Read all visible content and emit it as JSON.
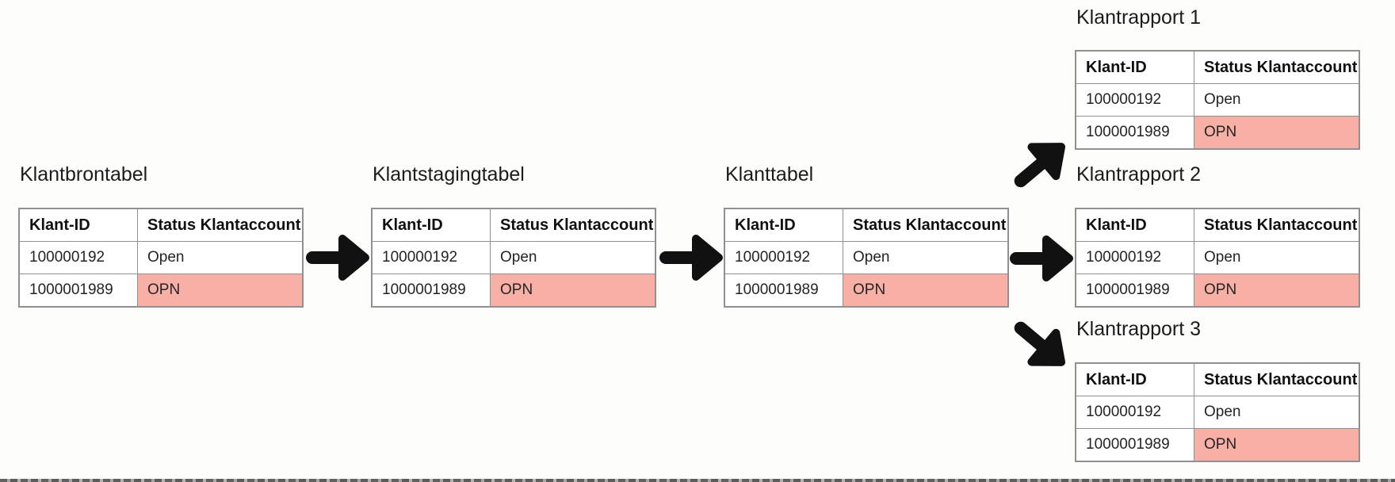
{
  "colors": {
    "highlight": "#f8b0a6",
    "border": "#909090",
    "arrow": "#111111",
    "title_text": "#1c1c1c"
  },
  "tables": [
    {
      "key": "klantbrontabel",
      "title": "Klantbrontabel",
      "headers": [
        "Klant-ID",
        "Status Klantaccount"
      ],
      "rows": [
        {
          "klant_id": "100000192",
          "status": "Open",
          "highlighted": false
        },
        {
          "klant_id": "1000001989",
          "status": "OPN",
          "highlighted": true
        }
      ]
    },
    {
      "key": "klantstagingtabel",
      "title": "Klantstagingtabel",
      "headers": [
        "Klant-ID",
        "Status Klantaccount"
      ],
      "rows": [
        {
          "klant_id": "100000192",
          "status": "Open",
          "highlighted": false
        },
        {
          "klant_id": "1000001989",
          "status": "OPN",
          "highlighted": true
        }
      ]
    },
    {
      "key": "klanttabel",
      "title": "Klanttabel",
      "headers": [
        "Klant-ID",
        "Status Klantaccount"
      ],
      "rows": [
        {
          "klant_id": "100000192",
          "status": "Open",
          "highlighted": false
        },
        {
          "klant_id": "1000001989",
          "status": "OPN",
          "highlighted": true
        }
      ]
    },
    {
      "key": "klantrapport-1",
      "title": "Klantrapport 1",
      "headers": [
        "Klant-ID",
        "Status Klantaccount"
      ],
      "rows": [
        {
          "klant_id": "100000192",
          "status": "Open",
          "highlighted": false
        },
        {
          "klant_id": "1000001989",
          "status": "OPN",
          "highlighted": true
        }
      ]
    },
    {
      "key": "klantrapport-2",
      "title": "Klantrapport 2",
      "headers": [
        "Klant-ID",
        "Status Klantaccount"
      ],
      "rows": [
        {
          "klant_id": "100000192",
          "status": "Open",
          "highlighted": false
        },
        {
          "klant_id": "1000001989",
          "status": "OPN",
          "highlighted": true
        }
      ]
    },
    {
      "key": "klantrapport-3",
      "title": "Klantrapport 3",
      "headers": [
        "Klant-ID",
        "Status Klantaccount"
      ],
      "rows": [
        {
          "klant_id": "100000192",
          "status": "Open",
          "highlighted": false
        },
        {
          "klant_id": "1000001989",
          "status": "OPN",
          "highlighted": true
        }
      ]
    }
  ],
  "arrows": [
    {
      "name": "bron-to-staging",
      "direction": "right"
    },
    {
      "name": "staging-to-klanttabel",
      "direction": "right"
    },
    {
      "name": "klanttabel-to-rapport-1",
      "direction": "up-right"
    },
    {
      "name": "klanttabel-to-rapport-2",
      "direction": "right"
    },
    {
      "name": "klanttabel-to-rapport-3",
      "direction": "down-right"
    }
  ]
}
